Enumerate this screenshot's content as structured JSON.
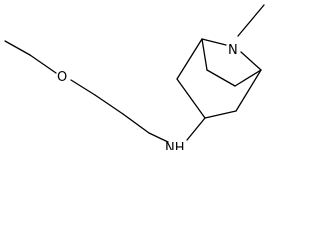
{
  "molecule": {
    "atoms": {
      "oxygen": "O",
      "amine_nitrogen": "NH",
      "bridge_nitrogen": "N"
    }
  },
  "colors": {
    "bond": "#000000",
    "background": "#ffffff"
  }
}
